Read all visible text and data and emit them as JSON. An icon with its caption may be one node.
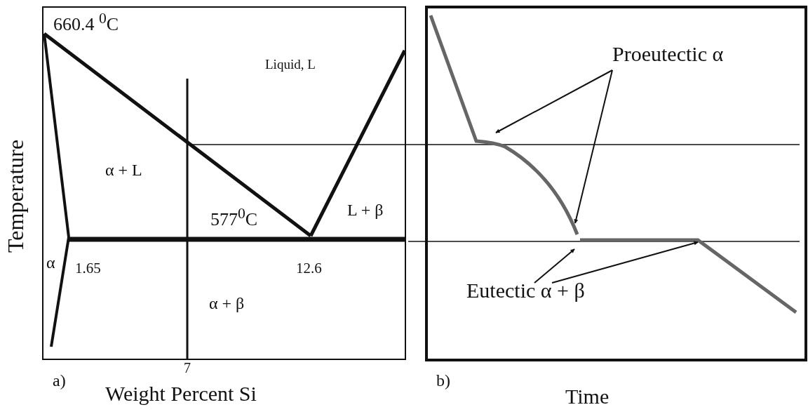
{
  "diagram": {
    "nodes": [
      {
        "text": [
          "Proeutectic α"
        ]
      },
      {
        "text": [
          "Eutectic α + β"
        ]
      }
    ],
    "edges": [
      {
        "from": 0,
        "to": null,
        "arrow": "to"
      },
      {
        "from": 0,
        "to": null,
        "arrow": "to"
      },
      {
        "from": 1,
        "to": null,
        "arrow": "to"
      },
      {
        "from": 1,
        "to": null,
        "arrow": "to"
      }
    ],
    "labels": [
      "660.4 $^{0}$C",
      "Liquid, L",
      "Temperature",
      "α + L",
      "577$^{0}$C",
      "L + β",
      "α",
      "1.65",
      "12.6",
      "α + β",
      "7",
      "a)",
      "Weight Percent Si",
      "b)",
      "Time"
    ]
  }
}
